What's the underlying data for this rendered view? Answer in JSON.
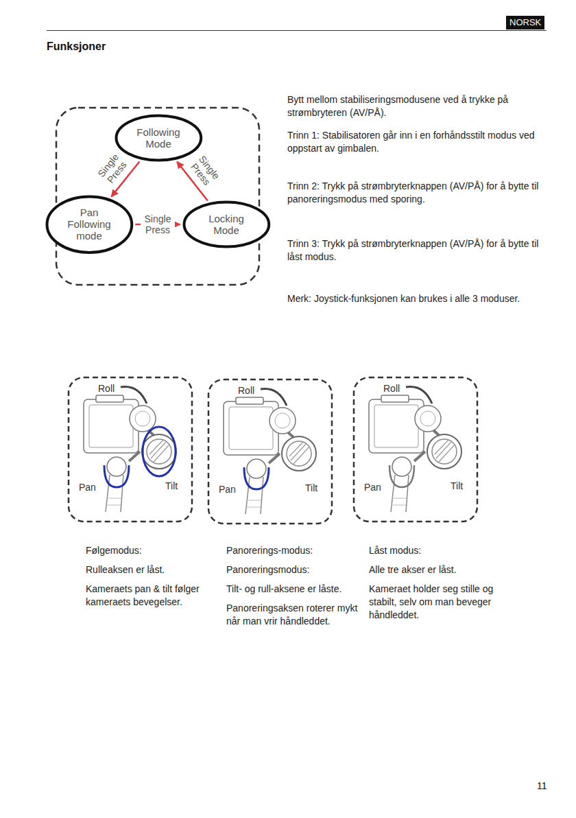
{
  "diagram": {
    "title": "Funksjoner",
    "nodes": [
      {
        "text": [
          "Following Mode"
        ]
      },
      {
        "text": [
          "Pan Following mode"
        ]
      },
      {
        "text": [
          "Locking Mode"
        ]
      }
    ],
    "edges": [
      {
        "from": 0,
        "to": 1,
        "label": "Single Press",
        "arrow": "to"
      },
      {
        "from": 1,
        "to": 2,
        "label": "Single Press",
        "arrow": "to"
      },
      {
        "from": 2,
        "to": 0,
        "label": "Single Press",
        "arrow": "to"
      }
    ],
    "labels": [
      "NORSK",
      "Bytt mellom stabiliseringsmodusene ved å trykke på strømbryteren (AV/PÅ).",
      "Trinn 1: Stabilisatoren går inn i en forhåndsstilt modus ved oppstart av gimbalen.",
      "Trinn 2: Trykk på strømbryterknappen (AV/PÅ) for å bytte til panoreringsmodus med sporing.",
      "Trinn 3: Trykk på strømbryterknappen (AV/PÅ) for å bytte til låst modus.",
      "Merk: Joystick-funksjonen kan brukes i alle 3 moduser.",
      "Roll",
      "Pan",
      "Tilt",
      "Roll",
      "Pan",
      "Tilt",
      "Roll",
      "Pan",
      "Tilt",
      "Følgemodus:",
      "Rulleaksen er låst.",
      "Kameraets pan & tilt følger kameraets bevegelser.",
      "Panorerings-modus:",
      "Panoreringsmodus:",
      "Tilt- og rull-aksene er låste.",
      "Panoreringsaksen roterer mykt når man vrir håndleddet.",
      "Låst modus:",
      "Alle tre akser er låst.",
      "Kameraet holder seg stille og stabilt, selv om man beveger håndleddet.",
      "11"
    ]
  }
}
